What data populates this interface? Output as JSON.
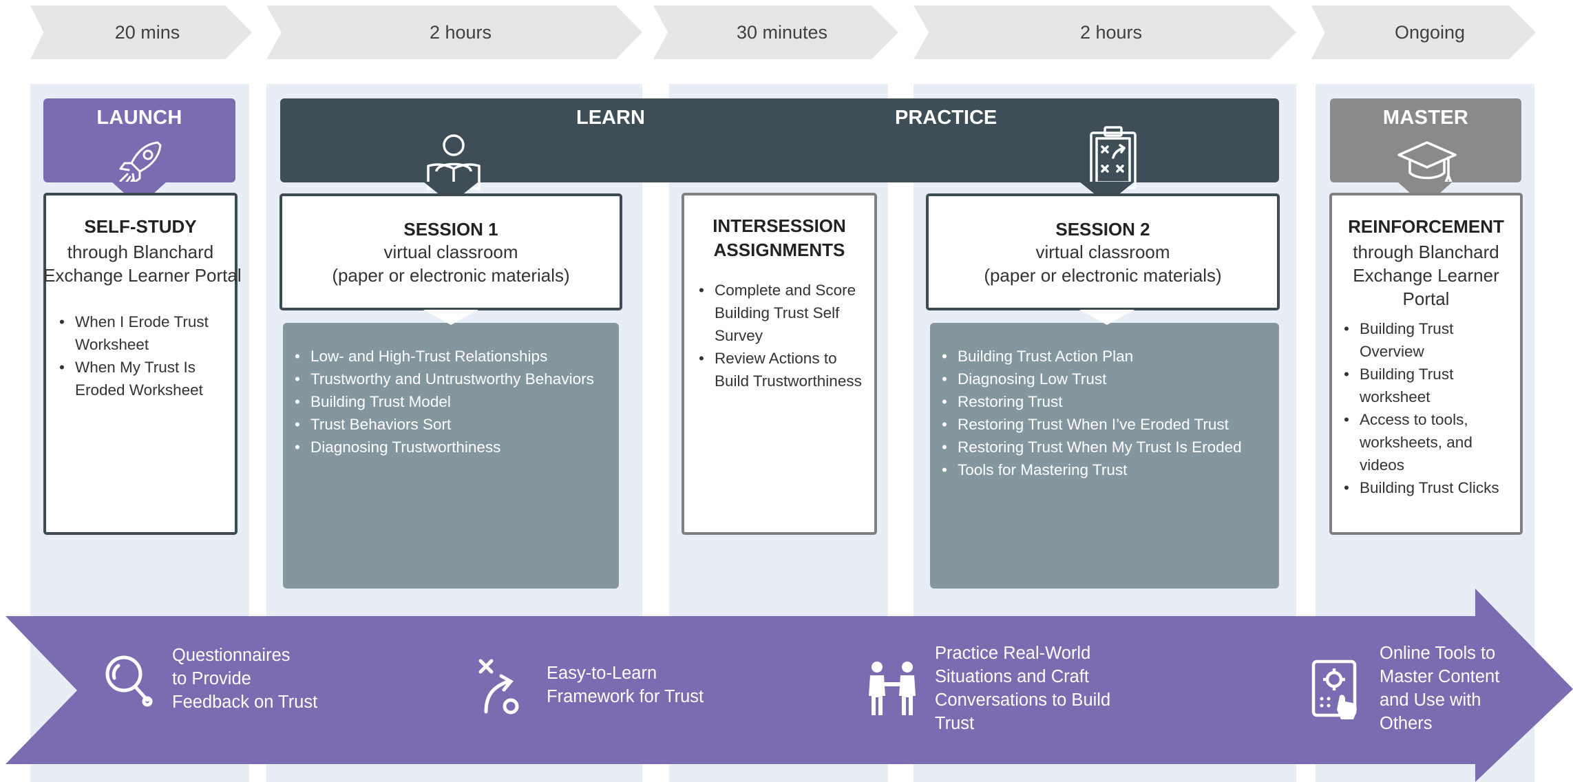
{
  "timeline": [
    "20 mins",
    "2 hours",
    "30 minutes",
    "2 hours",
    "Ongoing"
  ],
  "phases": {
    "launch": "LAUNCH",
    "learn": "LEARN",
    "practice": "PRACTICE",
    "master": "MASTER"
  },
  "boxes": {
    "self_study": {
      "title": "SELF-STUDY",
      "sub1": "through Blanchard",
      "sub2": "Exchange Learner Portal",
      "items": [
        "When I Erode Trust Worksheet",
        "When My Trust Is Eroded Worksheet"
      ]
    },
    "session1": {
      "title": "SESSION 1",
      "sub1": "virtual classroom",
      "sub2": "(paper or electronic materials)",
      "items": [
        "Low- and High-Trust Relationships",
        "Trustworthy and Untrustworthy Behaviors",
        "Building Trust Model",
        "Trust Behaviors Sort",
        "Diagnosing Trustworthiness"
      ]
    },
    "intersession": {
      "title1": "INTERSESSION",
      "title2": "ASSIGNMENTS",
      "items": [
        "Complete and Score Building Trust Self Survey",
        "Review Actions to Build Trustworthiness"
      ]
    },
    "session2": {
      "title": "SESSION 2",
      "sub1": "virtual classroom",
      "sub2": "(paper or electronic materials)",
      "items": [
        "Building Trust Action Plan",
        "Diagnosing Low Trust",
        "Restoring Trust",
        "Restoring Trust When I’ve Eroded Trust",
        "Restoring Trust When My Trust Is Eroded",
        "Tools for Mastering Trust"
      ]
    },
    "reinforcement": {
      "title": "REINFORCEMENT",
      "sub1": "through Blanchard",
      "sub2": "Exchange Learner",
      "sub3": "Portal",
      "items": [
        "Building Trust Overview",
        "Building Trust worksheet",
        "Access to tools, worksheets, and videos",
        "Building Trust Clicks"
      ]
    }
  },
  "features": [
    {
      "icon": "magnifier-feedback-icon",
      "lines": [
        "Questionnaires",
        "to Provide",
        "Feedback on Trust"
      ]
    },
    {
      "icon": "framework-path-icon",
      "lines": [
        "Easy-to-Learn",
        "Framework for Trust"
      ]
    },
    {
      "icon": "handshake-people-icon",
      "lines": [
        "Practice Real-World",
        "Situations and Craft",
        "Conversations to Build",
        "Trust"
      ]
    },
    {
      "icon": "tablet-touch-icon",
      "lines": [
        "Online Tools to",
        "Master Content",
        "and Use with",
        "Others"
      ]
    }
  ],
  "colors": {
    "launch": "#7b6bb1",
    "learn_practice": "#3e4d56",
    "master": "#8a8a8a",
    "panel": "#84979f",
    "arrow": "#7b6bb1",
    "column": "#e7eef5",
    "chevron": "#e6e6e6"
  }
}
